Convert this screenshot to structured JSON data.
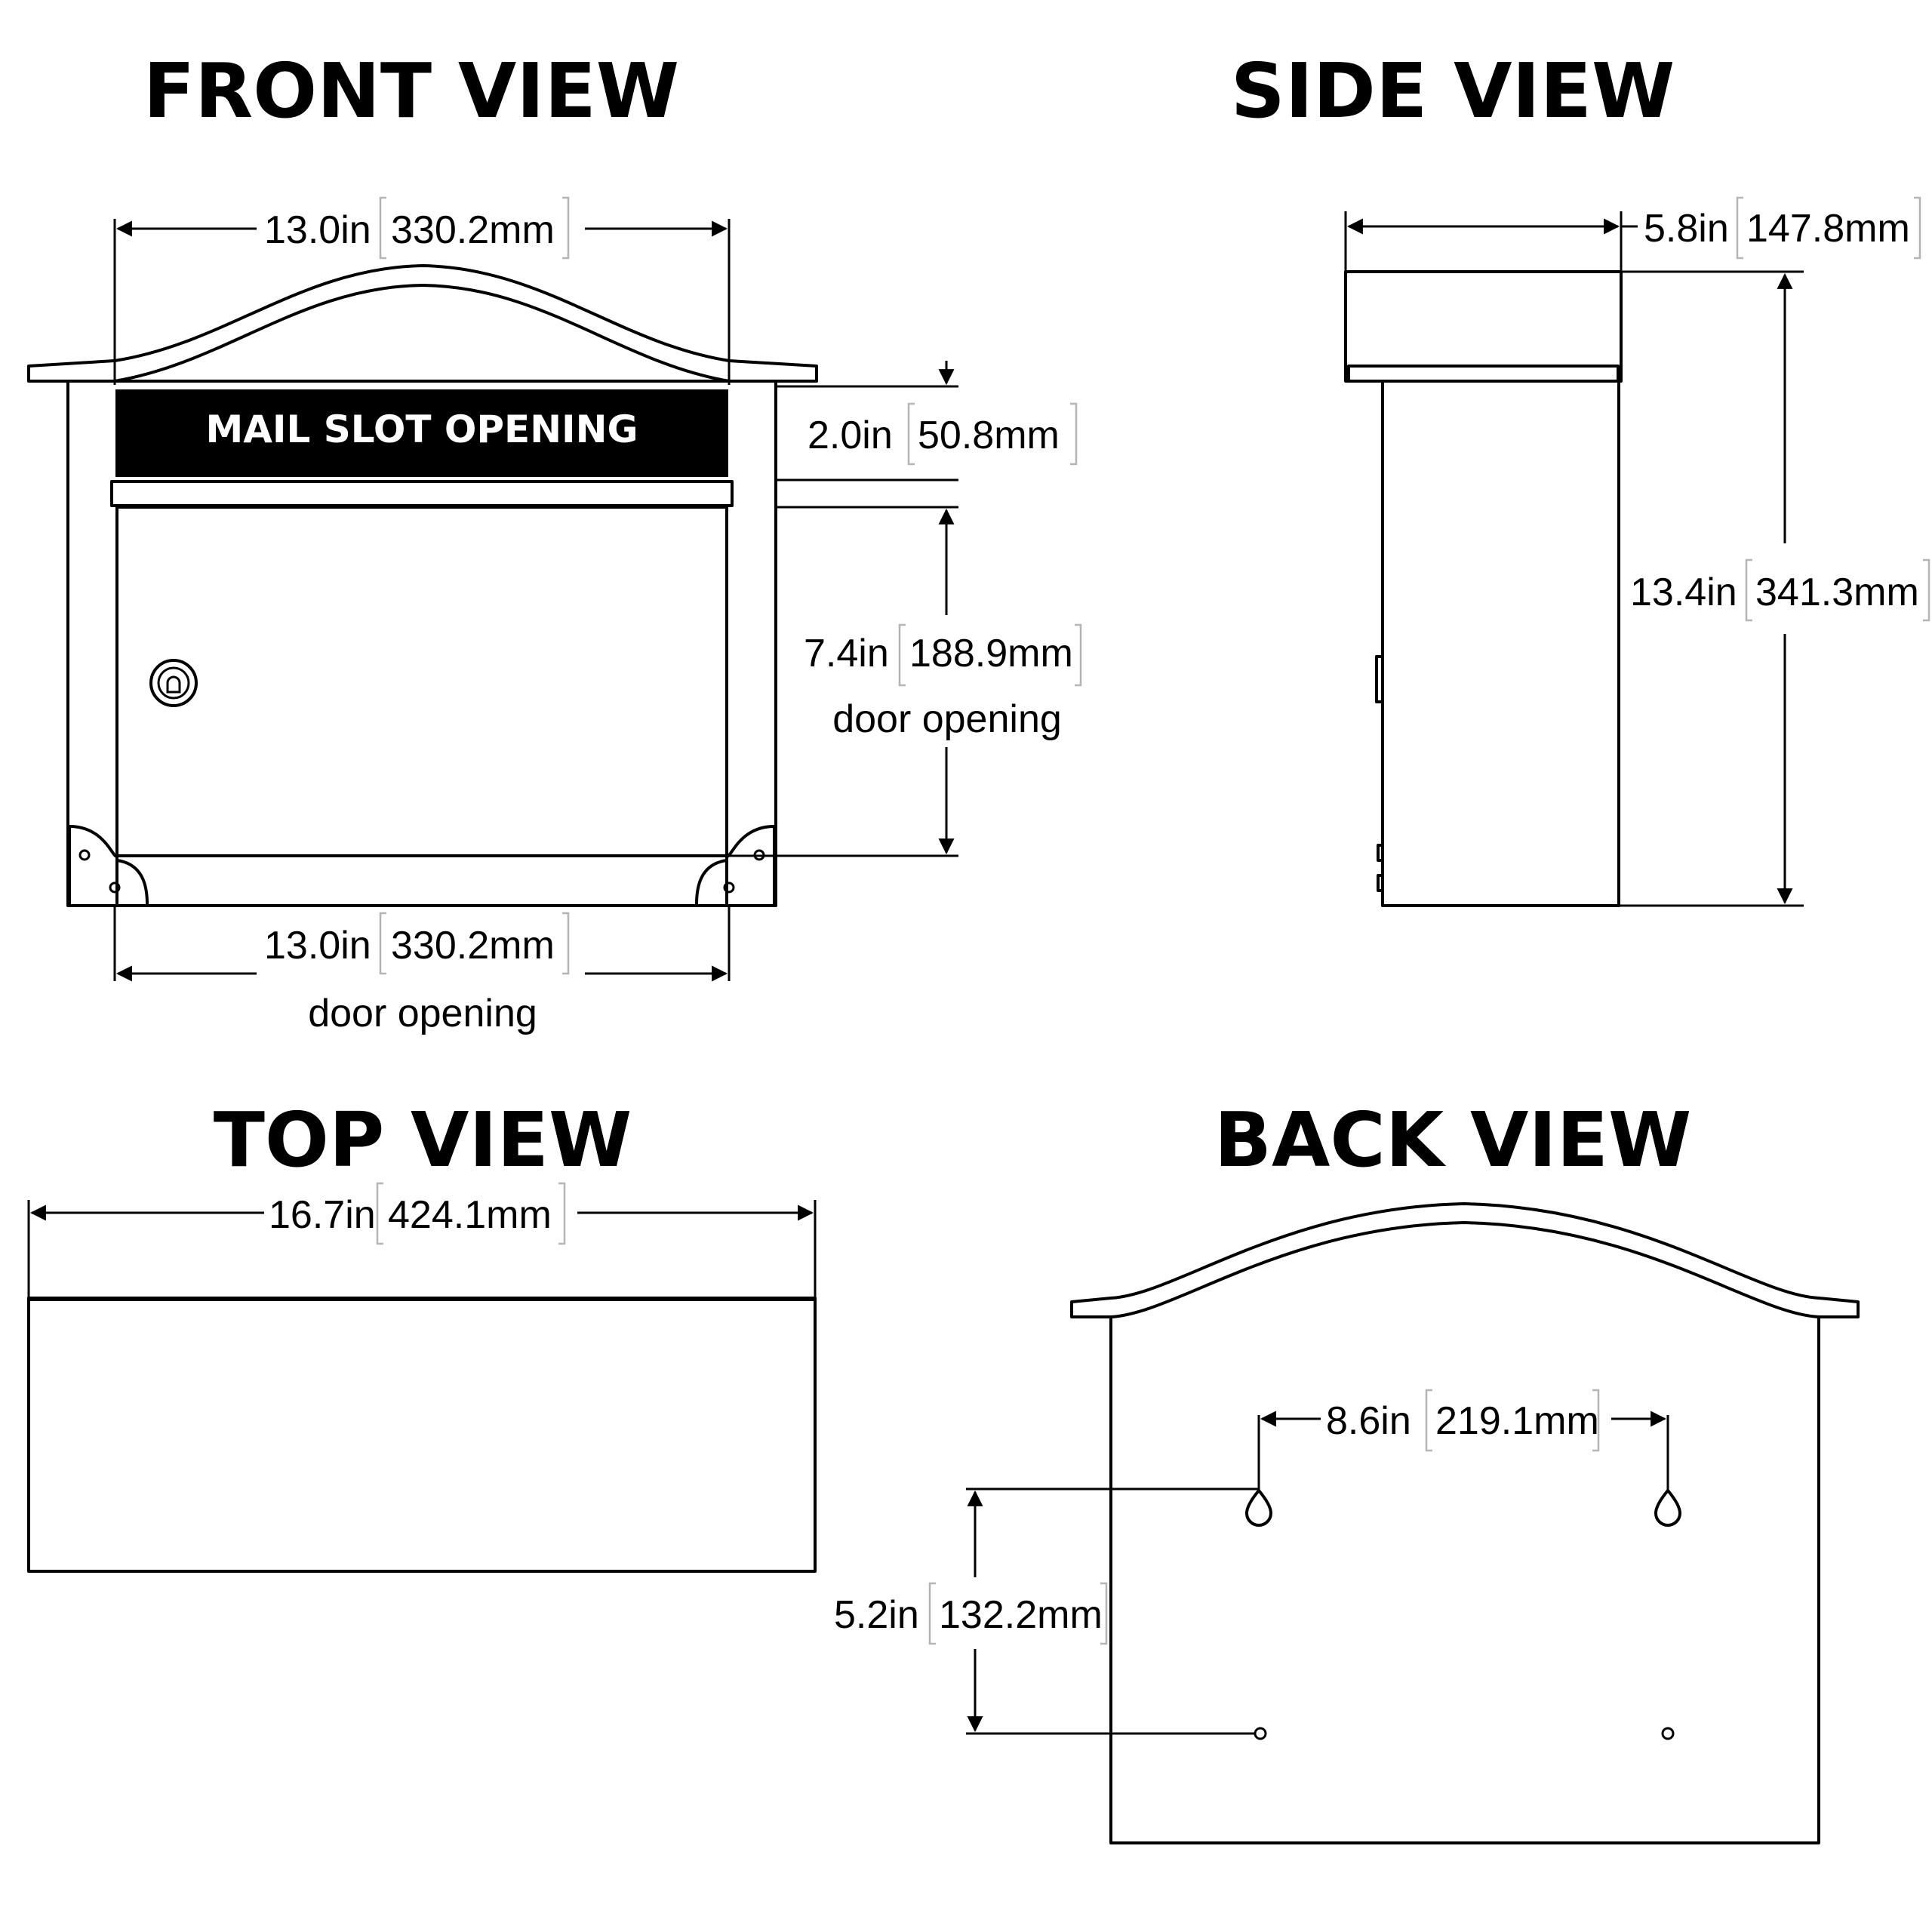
{
  "views": {
    "front": {
      "title": "FRONT VIEW",
      "slot_label": "MAIL SLOT OPENING",
      "width_top": {
        "in": "13.0in",
        "mm": "330.2mm"
      },
      "slot_height": {
        "in": "2.0in",
        "mm": "50.8mm"
      },
      "door_height": {
        "in": "7.4in",
        "mm": "188.9mm",
        "note": "door opening"
      },
      "door_width": {
        "in": "13.0in",
        "mm": "330.2mm",
        "note": "door opening"
      }
    },
    "side": {
      "title": "SIDE VIEW",
      "depth": {
        "in": "5.8in",
        "mm": "147.8mm"
      },
      "height": {
        "in": "13.4in",
        "mm": "341.3mm"
      }
    },
    "top": {
      "title": "TOP VIEW",
      "width": {
        "in": "16.7in",
        "mm": "424.1mm"
      }
    },
    "back": {
      "title": "BACK VIEW",
      "hole_spacing": {
        "in": "8.6in",
        "mm": "219.1mm"
      },
      "hole_vertical": {
        "in": "5.2in",
        "mm": "132.2mm"
      }
    }
  }
}
